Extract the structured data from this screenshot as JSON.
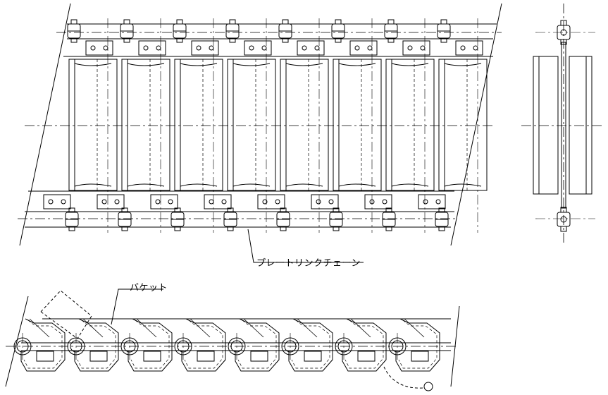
{
  "labels": {
    "chain": "プレートリンクチェーン",
    "bucket": "バケット"
  },
  "colors": {
    "line": "#000000",
    "background": "#ffffff"
  },
  "components": {
    "plan_view_buckets": 8,
    "plan_view_rollers_per_row": 8,
    "side_view_buckets": 8,
    "side_view_rollers": 8
  }
}
